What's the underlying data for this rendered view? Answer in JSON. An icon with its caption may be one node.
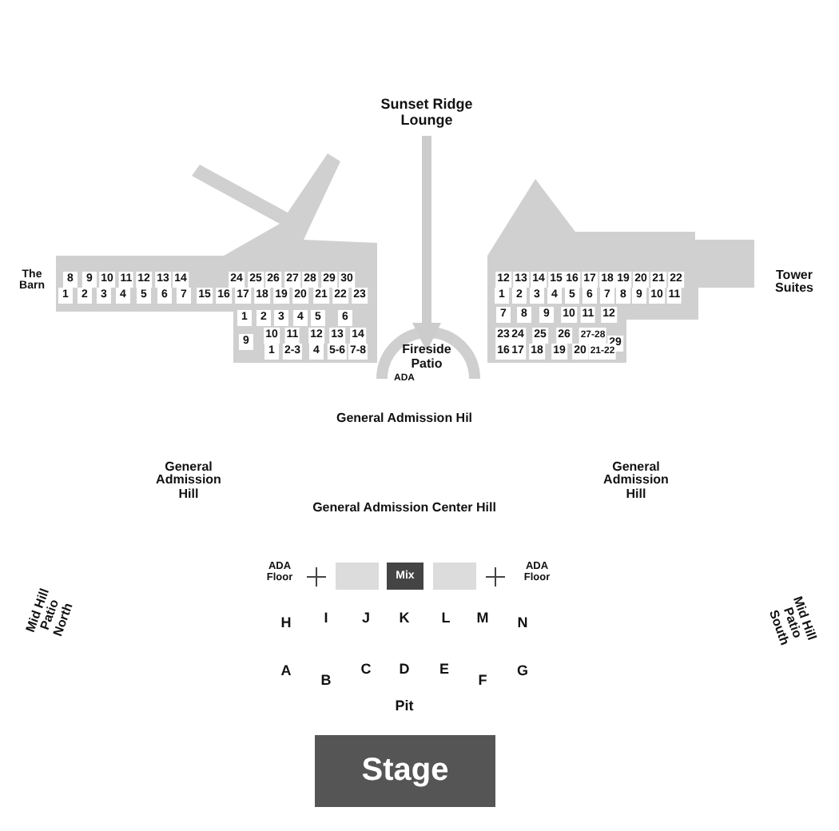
{
  "diagram": {
    "nodes": [
      {
        "text": [
          "Sunset Ridge Lounge"
        ]
      },
      {
        "text": [
          "Fireside Patio"
        ]
      },
      {
        "text": [],
        "shape": "box"
      },
      {
        "text": [
          "Mix"
        ]
      },
      {
        "text": [],
        "shape": "box"
      },
      {
        "text": [
          "Stage"
        ]
      }
    ],
    "edges": [
      {
        "from": 0,
        "to": 1,
        "arrow": "to"
      }
    ],
    "labels": [
      "The Barn",
      "8",
      "9",
      "10",
      "11",
      "12",
      "13",
      "14",
      "24",
      "25",
      "26",
      "27",
      "28",
      "29",
      "30",
      "1",
      "2",
      "3",
      "4",
      "5",
      "6",
      "7",
      "15",
      "16",
      "17",
      "18",
      "19",
      "20",
      "21",
      "22",
      "23",
      "1",
      "2",
      "3",
      "4",
      "5",
      "6",
      "9",
      "10",
      "11",
      "12",
      "13",
      "14",
      "1",
      "2-3",
      "4",
      "5-6",
      "7-8",
      "Tower Suites",
      "12",
      "13",
      "14",
      "15",
      "16",
      "17",
      "18",
      "19",
      "20",
      "21",
      "22",
      "1",
      "2",
      "3",
      "4",
      "5",
      "6",
      "7",
      "8",
      "9",
      "10",
      "11",
      "7",
      "8",
      "9",
      "10",
      "11",
      "12",
      "23",
      "24",
      "25",
      "26",
      "27-28",
      "29",
      "16",
      "17",
      "18",
      "19",
      "20",
      "21-22",
      "ADA",
      "General Admission Hil",
      "General Admission Hill",
      "General Admission Hill",
      "General Admission Center Hill",
      "Mid Hill Patio North",
      "Mid Hill Patio South",
      "ADA Floor",
      "ADA Floor",
      "H",
      "I",
      "J",
      "K",
      "L",
      "M",
      "N",
      "A",
      "B",
      "C",
      "D",
      "E",
      "F",
      "G",
      "Pit"
    ]
  }
}
